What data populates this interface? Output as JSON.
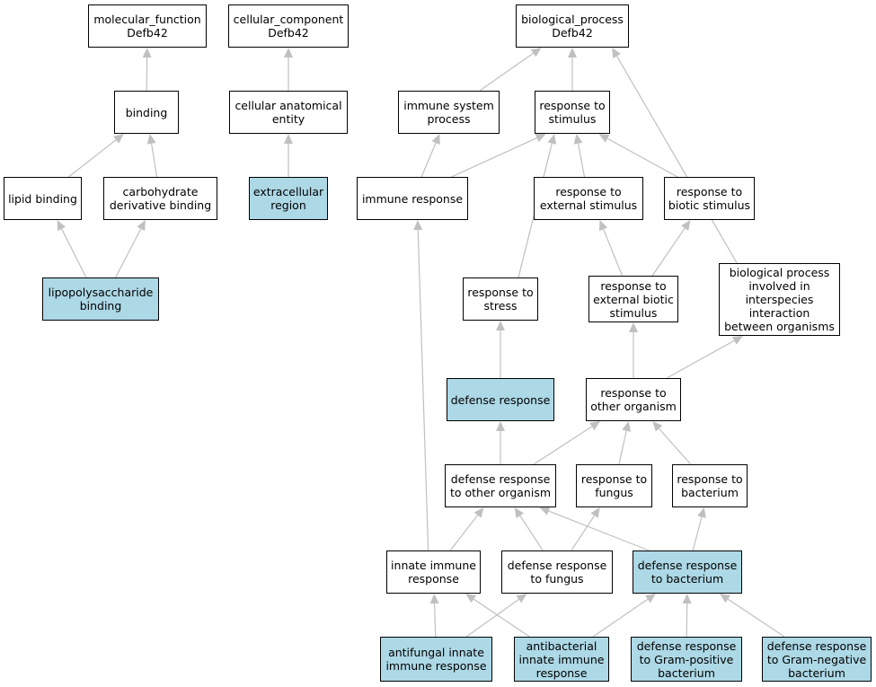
{
  "colors": {
    "edge": "#c0c0c0",
    "highlight": "#add8e6",
    "node_border": "#000000",
    "node_fill": "#ffffff"
  },
  "nodes": [
    {
      "id": "mf",
      "label": "molecular_function\nDefb42",
      "highlight": false
    },
    {
      "id": "cc",
      "label": "cellular_component\nDefb42",
      "highlight": false
    },
    {
      "id": "bp",
      "label": "biological_process\nDefb42",
      "highlight": false
    },
    {
      "id": "binding",
      "label": "binding",
      "highlight": false
    },
    {
      "id": "cae",
      "label": "cellular anatomical\nentity",
      "highlight": false
    },
    {
      "id": "isp",
      "label": "immune system\nprocess",
      "highlight": false
    },
    {
      "id": "rts",
      "label": "response to\nstimulus",
      "highlight": false
    },
    {
      "id": "lipid",
      "label": "lipid binding",
      "highlight": false
    },
    {
      "id": "carb",
      "label": "carbohydrate\nderivative binding",
      "highlight": false
    },
    {
      "id": "extra",
      "label": "extracellular\nregion",
      "highlight": true
    },
    {
      "id": "immresp",
      "label": "immune response",
      "highlight": false
    },
    {
      "id": "rext",
      "label": "response to\nexternal stimulus",
      "highlight": false
    },
    {
      "id": "rbio",
      "label": "response to\nbiotic stimulus",
      "highlight": false
    },
    {
      "id": "lps",
      "label": "lipopolysaccharide\nbinding",
      "highlight": true
    },
    {
      "id": "stress",
      "label": "response to\nstress",
      "highlight": false
    },
    {
      "id": "rextbio",
      "label": "response to\nexternal biotic\nstimulus",
      "highlight": false
    },
    {
      "id": "bpinter",
      "label": "biological process\ninvolved in\ninterspecies\ninteraction\nbetween organisms",
      "highlight": false
    },
    {
      "id": "defresp",
      "label": "defense response",
      "highlight": true
    },
    {
      "id": "rother",
      "label": "response to\nother organism",
      "highlight": false
    },
    {
      "id": "droth",
      "label": "defense response\nto other organism",
      "highlight": false
    },
    {
      "id": "rfung",
      "label": "response to\nfungus",
      "highlight": false
    },
    {
      "id": "rbact",
      "label": "response to\nbacterium",
      "highlight": false
    },
    {
      "id": "innate",
      "label": "innate immune\nresponse",
      "highlight": false
    },
    {
      "id": "dfung",
      "label": "defense response\nto fungus",
      "highlight": false
    },
    {
      "id": "dbact",
      "label": "defense response\nto bacterium",
      "highlight": true
    },
    {
      "id": "antifung",
      "label": "antifungal innate\nimmune response",
      "highlight": true
    },
    {
      "id": "antibact",
      "label": "antibacterial\ninnate immune\nresponse",
      "highlight": true
    },
    {
      "id": "gpos",
      "label": "defense response\nto Gram-positive\nbacterium",
      "highlight": true
    },
    {
      "id": "gneg",
      "label": "defense response\nto Gram-negative\nbacterium",
      "highlight": true
    }
  ],
  "edges": [
    {
      "from": "binding",
      "to": "mf"
    },
    {
      "from": "lipid",
      "to": "binding"
    },
    {
      "from": "carb",
      "to": "binding"
    },
    {
      "from": "lps",
      "to": "lipid"
    },
    {
      "from": "lps",
      "to": "carb"
    },
    {
      "from": "cae",
      "to": "cc"
    },
    {
      "from": "extra",
      "to": "cae"
    },
    {
      "from": "isp",
      "to": "bp"
    },
    {
      "from": "rts",
      "to": "bp"
    },
    {
      "from": "bpinter",
      "to": "bp"
    },
    {
      "from": "immresp",
      "to": "isp"
    },
    {
      "from": "immresp",
      "to": "rts"
    },
    {
      "from": "stress",
      "to": "rts"
    },
    {
      "from": "rext",
      "to": "rts"
    },
    {
      "from": "rbio",
      "to": "rts"
    },
    {
      "from": "rextbio",
      "to": "rext"
    },
    {
      "from": "rextbio",
      "to": "rbio"
    },
    {
      "from": "defresp",
      "to": "stress"
    },
    {
      "from": "rother",
      "to": "rextbio"
    },
    {
      "from": "rother",
      "to": "bpinter"
    },
    {
      "from": "droth",
      "to": "defresp"
    },
    {
      "from": "droth",
      "to": "rother"
    },
    {
      "from": "rfung",
      "to": "rother"
    },
    {
      "from": "rbact",
      "to": "rother"
    },
    {
      "from": "innate",
      "to": "immresp"
    },
    {
      "from": "innate",
      "to": "droth"
    },
    {
      "from": "dfung",
      "to": "droth"
    },
    {
      "from": "dfung",
      "to": "rfung"
    },
    {
      "from": "dbact",
      "to": "droth"
    },
    {
      "from": "dbact",
      "to": "rbact"
    },
    {
      "from": "antifung",
      "to": "innate"
    },
    {
      "from": "antifung",
      "to": "dfung"
    },
    {
      "from": "antibact",
      "to": "innate"
    },
    {
      "from": "antibact",
      "to": "dbact"
    },
    {
      "from": "gpos",
      "to": "dbact"
    },
    {
      "from": "gneg",
      "to": "dbact"
    }
  ]
}
